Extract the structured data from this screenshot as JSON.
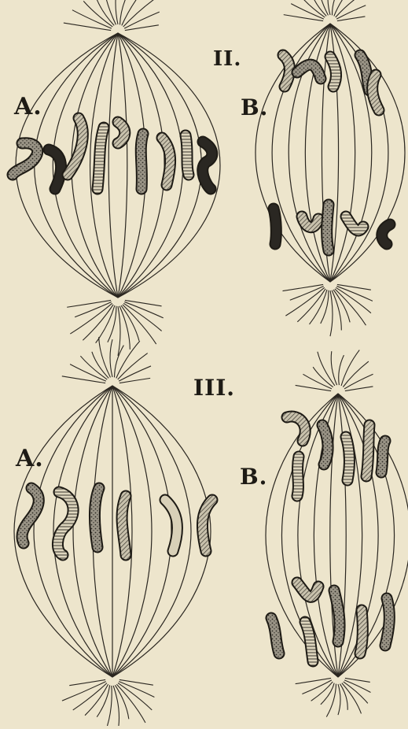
{
  "labels": {
    "fig_ii": "II.",
    "fig_ii_a": "A.",
    "fig_ii_b": "B.",
    "fig_iii": "III.",
    "fig_iii_a": "A.",
    "fig_iii_b": "B."
  },
  "colors": {
    "paper": "#ede5cc",
    "ink": "#1e1b15",
    "chromosome_light": "#d8d0b8",
    "chromosome_mid": "#8d877a",
    "chromosome_dark": "#2a2722"
  }
}
